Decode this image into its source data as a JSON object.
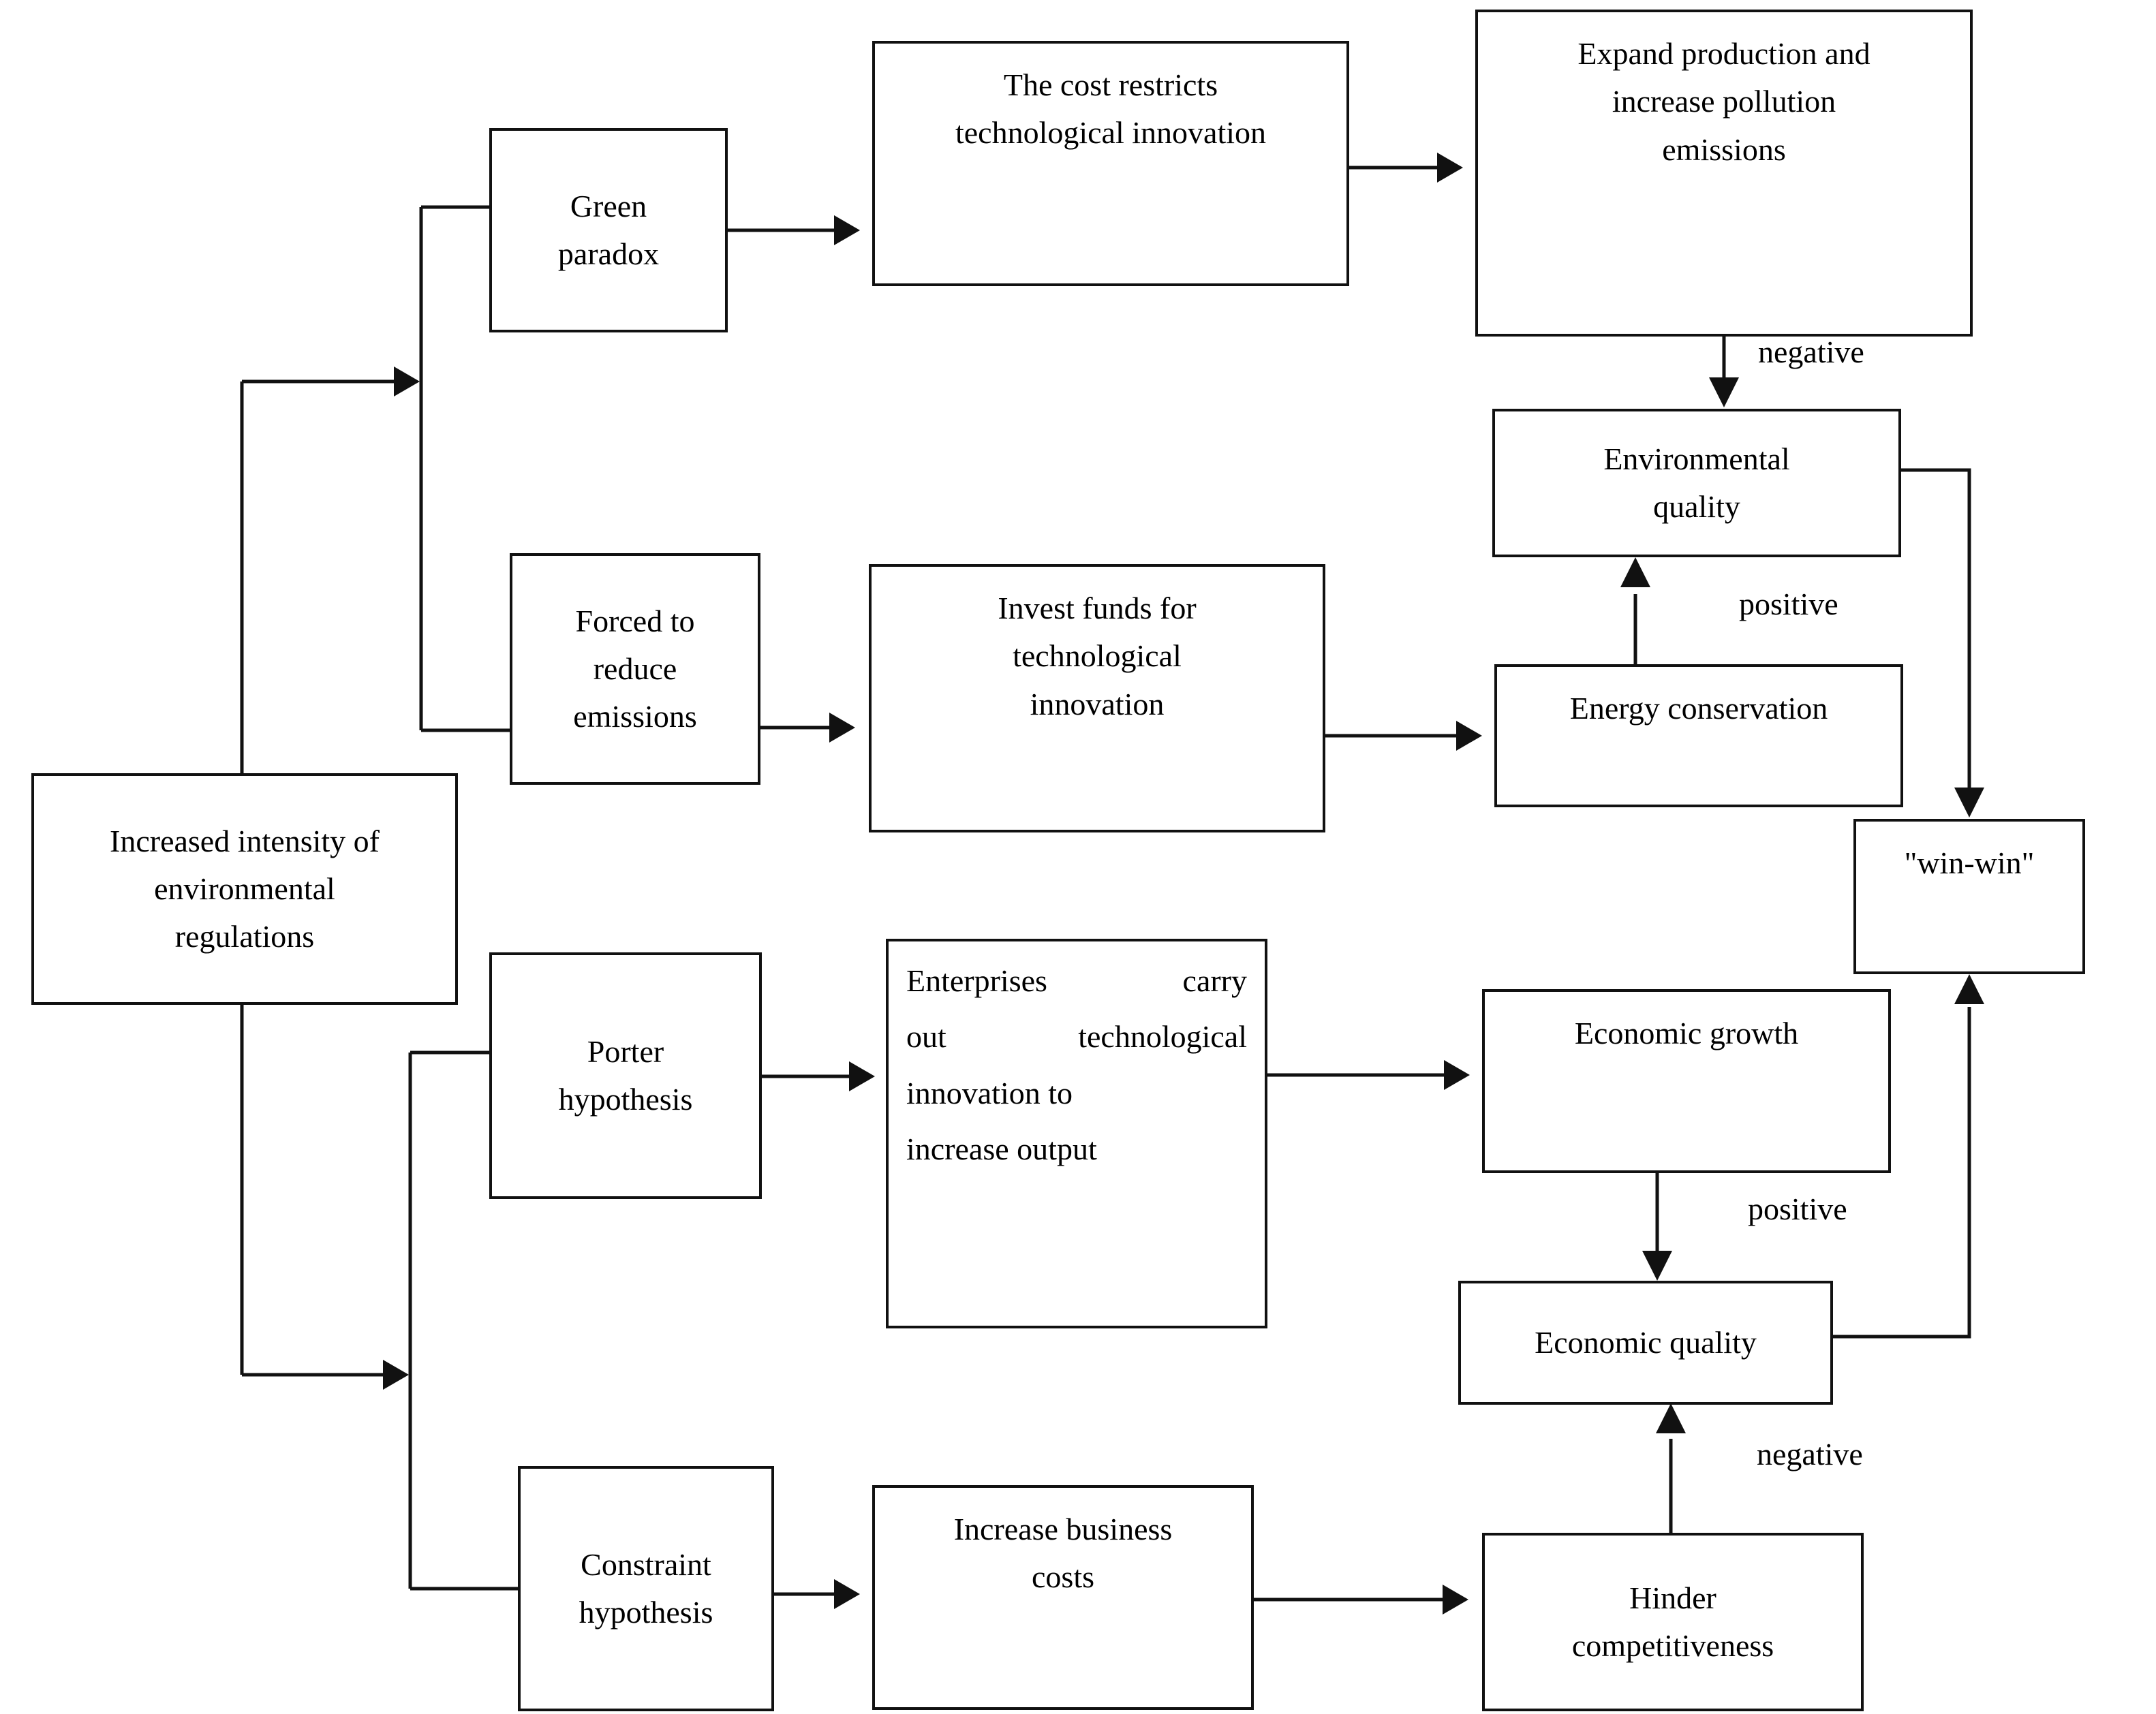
{
  "diagram": {
    "type": "flowchart",
    "title": "",
    "nodes": [
      {
        "id": "source",
        "label": "Increased intensity of environmental regulations",
        "lines": [
          "Increased intensity of",
          "environmental",
          "regulations"
        ]
      },
      {
        "id": "green-paradox",
        "label": "Green paradox",
        "lines": [
          "Green",
          "paradox"
        ]
      },
      {
        "id": "forced-reduce",
        "label": "Forced to reduce emissions",
        "lines": [
          "Forced to",
          "reduce",
          "emissions"
        ]
      },
      {
        "id": "porter",
        "label": "Porter hypothesis",
        "lines": [
          "Porter",
          "hypothesis"
        ]
      },
      {
        "id": "constraint",
        "label": "Constraint hypothesis",
        "lines": [
          "Constraint",
          "hypothesis"
        ]
      },
      {
        "id": "cost-restricts",
        "label": "The cost restricts technological innovation",
        "lines": [
          "The cost restricts",
          "technological innovation"
        ]
      },
      {
        "id": "invest-funds",
        "label": "Invest funds for technological innovation",
        "lines": [
          "Invest funds for",
          "technological",
          "innovation"
        ]
      },
      {
        "id": "enterprises",
        "label": "Enterprises carry out technological innovation to increase output",
        "lines": [
          "Enterprises     carry",
          "out     technological",
          "innovation to",
          "increase output"
        ]
      },
      {
        "id": "increase-costs",
        "label": "Increase business costs",
        "lines": [
          "Increase business",
          "costs"
        ]
      },
      {
        "id": "expand-production",
        "label": "Expand production and increase pollution emissions",
        "lines": [
          "Expand production and",
          "increase pollution",
          "emissions"
        ]
      },
      {
        "id": "env-quality",
        "label": "Environmental quality",
        "lines": [
          "Environmental",
          "quality"
        ]
      },
      {
        "id": "energy-conservation",
        "label": "Energy conservation",
        "lines": [
          "Energy conservation"
        ]
      },
      {
        "id": "economic-growth",
        "label": "Economic growth",
        "lines": [
          "Economic growth"
        ]
      },
      {
        "id": "economic-quality",
        "label": "Economic quality",
        "lines": [
          "Economic quality"
        ]
      },
      {
        "id": "hinder",
        "label": "Hinder competitiveness",
        "lines": [
          "Hinder",
          "competitiveness"
        ]
      },
      {
        "id": "win-win",
        "label": "\"win-win\"",
        "lines": [
          "\"win-win\""
        ]
      }
    ],
    "edge_labels": [
      {
        "id": "negative-env",
        "text": "negative"
      },
      {
        "id": "positive-env",
        "text": "positive"
      },
      {
        "id": "positive-econ",
        "text": "positive"
      },
      {
        "id": "negative-econ",
        "text": "negative"
      }
    ],
    "edges": [
      {
        "from": "source",
        "to": "green-paradox",
        "label": ""
      },
      {
        "from": "source",
        "to": "forced-reduce",
        "label": ""
      },
      {
        "from": "source",
        "to": "porter",
        "label": ""
      },
      {
        "from": "source",
        "to": "constraint",
        "label": ""
      },
      {
        "from": "green-paradox",
        "to": "cost-restricts",
        "label": ""
      },
      {
        "from": "cost-restricts",
        "to": "expand-production",
        "label": ""
      },
      {
        "from": "expand-production",
        "to": "env-quality",
        "label": "negative"
      },
      {
        "from": "forced-reduce",
        "to": "invest-funds",
        "label": ""
      },
      {
        "from": "invest-funds",
        "to": "energy-conservation",
        "label": ""
      },
      {
        "from": "energy-conservation",
        "to": "env-quality",
        "label": "positive"
      },
      {
        "from": "env-quality",
        "to": "win-win",
        "label": ""
      },
      {
        "from": "porter",
        "to": "enterprises",
        "label": ""
      },
      {
        "from": "enterprises",
        "to": "economic-growth",
        "label": ""
      },
      {
        "from": "economic-growth",
        "to": "economic-quality",
        "label": "positive"
      },
      {
        "from": "constraint",
        "to": "increase-costs",
        "label": ""
      },
      {
        "from": "increase-costs",
        "to": "hinder",
        "label": ""
      },
      {
        "from": "hinder",
        "to": "economic-quality",
        "label": "negative"
      },
      {
        "from": "economic-quality",
        "to": "win-win",
        "label": ""
      }
    ],
    "colors": {
      "stroke": "#111111",
      "text": "#000000",
      "background": "#ffffff"
    }
  }
}
